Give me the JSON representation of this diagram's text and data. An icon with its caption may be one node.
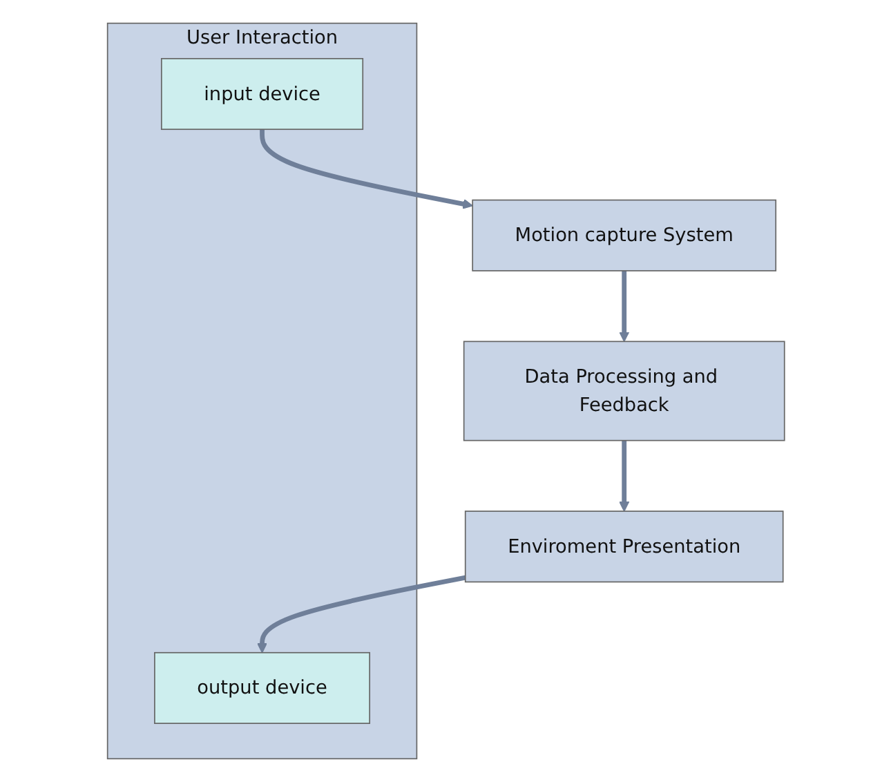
{
  "diagram": {
    "nodes": [
      {
        "text": [
          "User Interaction"
        ]
      },
      {
        "text": [
          "input device"
        ],
        "in": 0
      },
      {
        "text": [
          "output device"
        ],
        "in": 0
      },
      {
        "text": [
          "Motion capture System"
        ]
      },
      {
        "text": [
          "Enviroment Presentation"
        ]
      },
      {
        "text": [
          "Data Processing and Feedback"
        ]
      }
    ],
    "edges": [
      {
        "from": 1,
        "to": 3,
        "arrow": "to"
      },
      {
        "from": 3,
        "to": 5,
        "arrow": "to"
      },
      {
        "from": 5,
        "to": 4,
        "arrow": "to"
      },
      {
        "from": 4,
        "to": 2,
        "arrow": "to"
      }
    ]
  }
}
